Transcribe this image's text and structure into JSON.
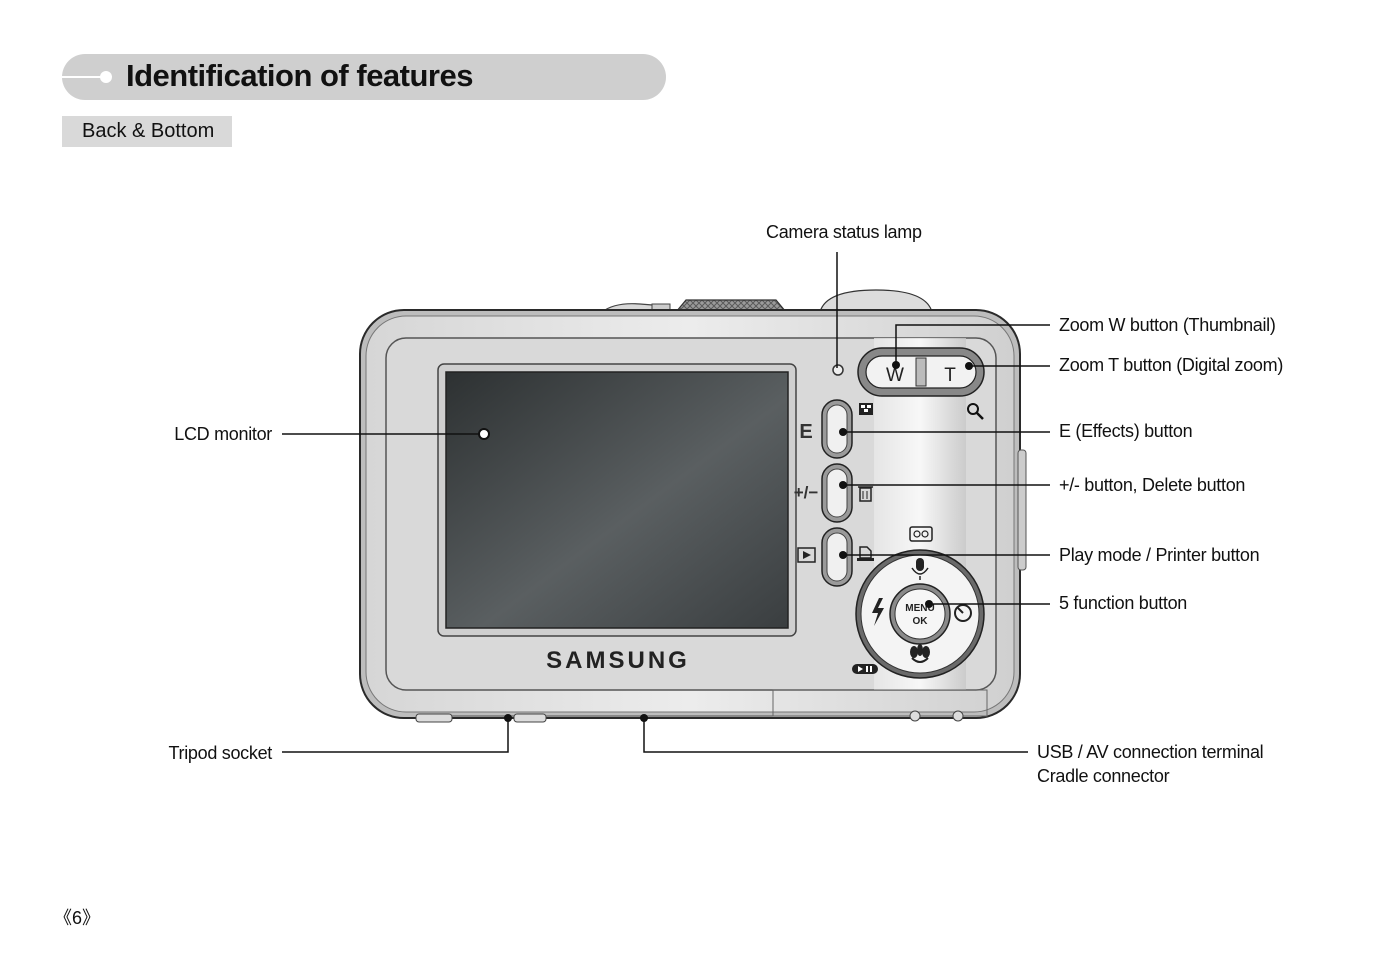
{
  "header": {
    "title": "Identification of features",
    "section": "Back & Bottom"
  },
  "camera": {
    "brand": "SAMSUNG",
    "zoom_w_key": "W",
    "zoom_t_key": "T",
    "e_key": "E",
    "plusminus_key": "+/−",
    "menu_ok_line1": "MENU",
    "menu_ok_line2": "OK"
  },
  "callouts": {
    "status_lamp": "Camera status lamp",
    "lcd_monitor": "LCD monitor",
    "zoom_w": "Zoom W button (Thumbnail)",
    "zoom_t": "Zoom T button (Digital zoom)",
    "e_button": "E (Effects) button",
    "plusminus": "+/- button, Delete button",
    "play_mode": "Play mode / Printer button",
    "five_function": "5 function button",
    "tripod": "Tripod socket",
    "usb_line1": "USB / AV connection terminal",
    "usb_line2": "Cradle connector"
  },
  "footer": {
    "page_number": "《6》"
  }
}
